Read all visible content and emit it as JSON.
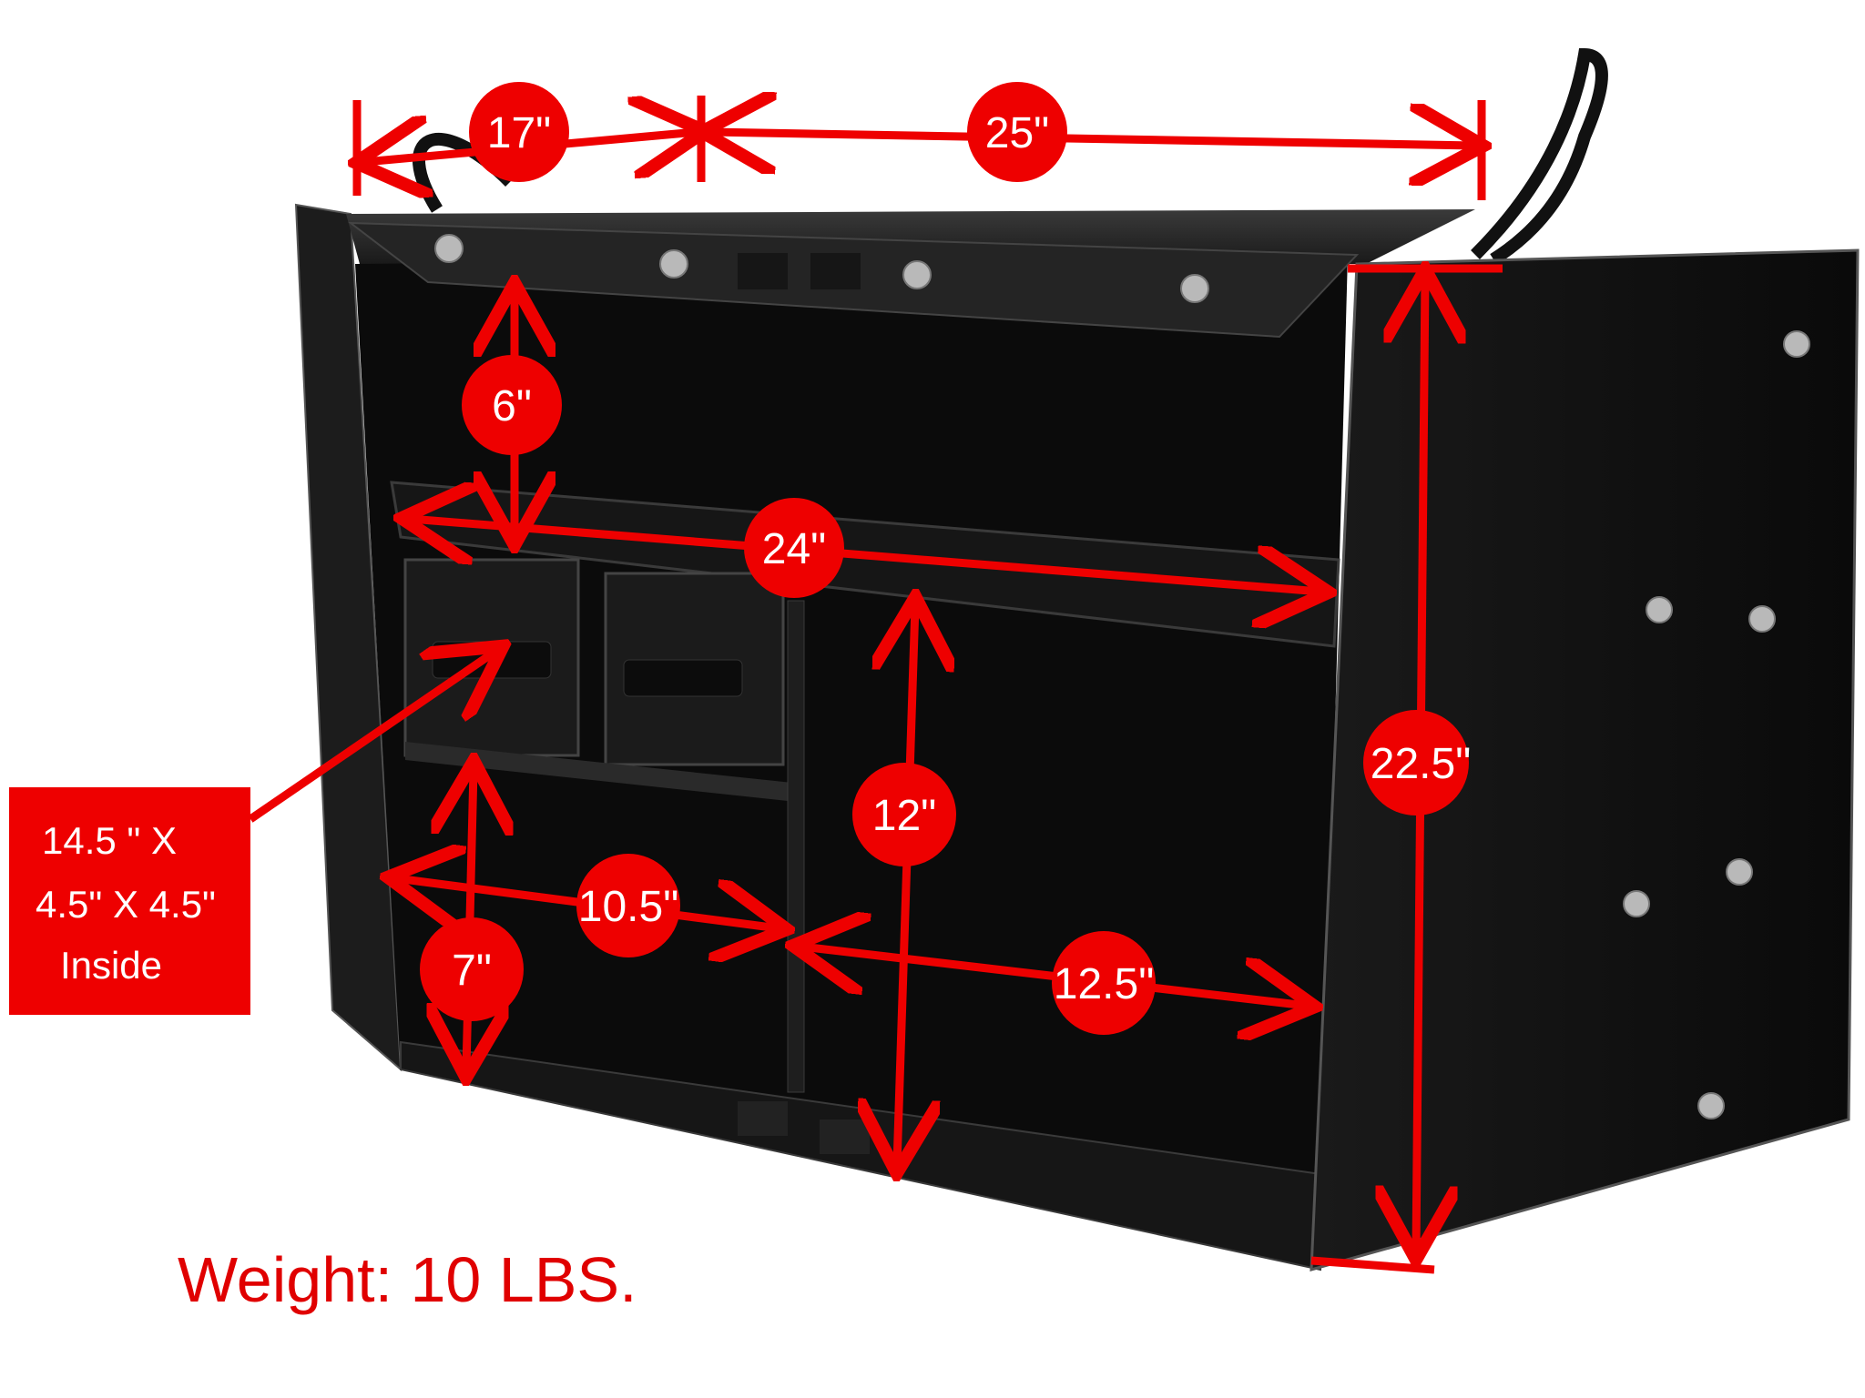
{
  "photo": {
    "subject": "black-corrugated-plastic-organizer-box",
    "accent_color": "#ee0000",
    "label_text_color": "#ffffff"
  },
  "dimensions": {
    "top_left_width": "17\"",
    "top_right_width": "25\"",
    "upper_shelf_height": "6\"",
    "shelf_width": "24\"",
    "right_compartment_height": "12\"",
    "side_height": "22.5\"",
    "left_compartment_width": "10.5\"",
    "right_compartment_width": "12.5\"",
    "lower_left_height": "7\""
  },
  "drawer_callout": {
    "line1": "14.5 \" X",
    "line2": "4.5\" X  4.5\"",
    "line3": "Inside"
  },
  "weight_text": "Weight: 10 LBS."
}
